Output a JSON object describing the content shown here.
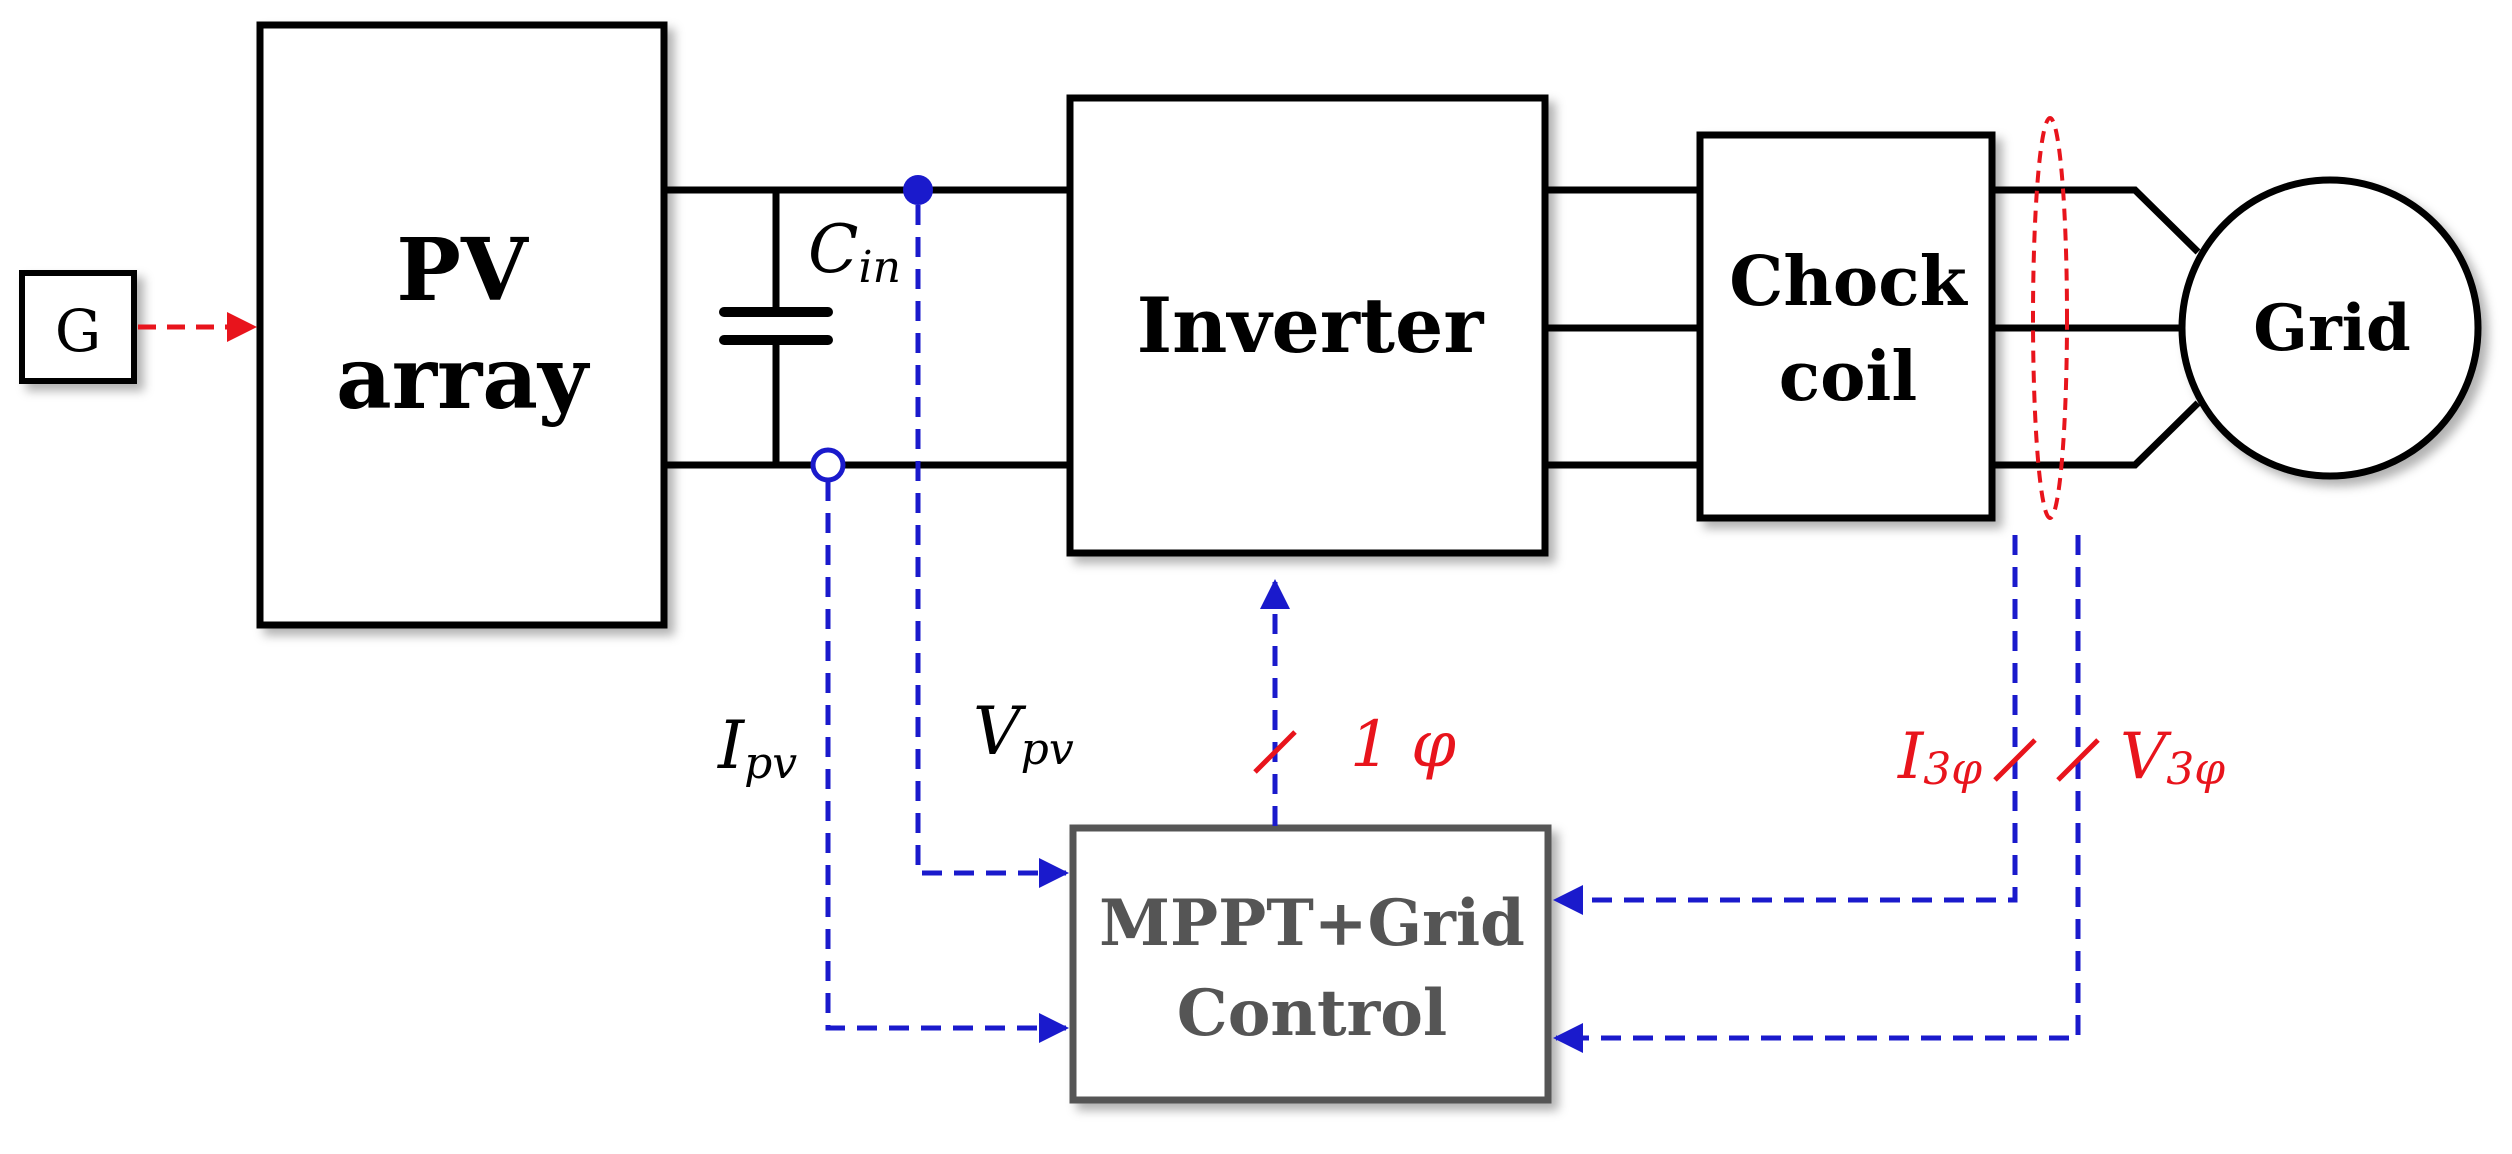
{
  "blocks": {
    "g_source": "G",
    "pv_array": [
      "PV",
      "array"
    ],
    "inverter": "Inverter",
    "choke_coil": [
      "Chock",
      "coil"
    ],
    "grid": "Grid",
    "control": [
      "MPPT+Grid",
      "Control"
    ]
  },
  "labels": {
    "capacitor": {
      "main": "C",
      "sub": "in"
    },
    "current_pv": {
      "main": "I",
      "sub": "pv"
    },
    "voltage_pv": {
      "main": "V",
      "sub": "pv"
    },
    "single_phase": "1 φ",
    "current_3ph": {
      "main": "I",
      "sub": "3φ"
    },
    "voltage_3ph": {
      "main": "V",
      "sub": "3φ"
    }
  },
  "colors": {
    "line": "#000000",
    "signal": "#1a1acc",
    "highlight": "#e8141c",
    "control_box": "#555555"
  }
}
